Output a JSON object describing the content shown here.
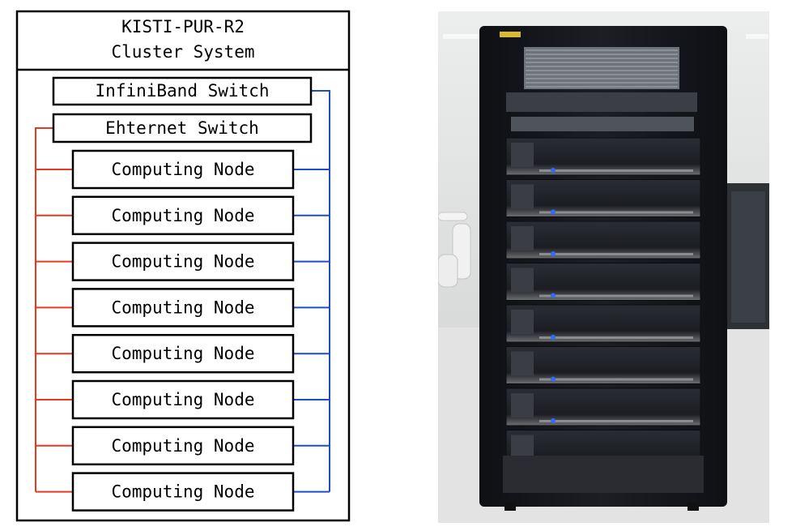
{
  "diagram": {
    "title_line1": "KISTI-PUR-R2",
    "title_line2": "Cluster System",
    "infiniband_label": "InfiniBand Switch",
    "ethernet_label": "Ehternet Switch",
    "node_label": "Computing Node",
    "node_count": 8,
    "colors": {
      "ethernet_link": "#e8391d",
      "infiniband_link": "#1f4ccf",
      "border": "#000000"
    }
  },
  "photo": {
    "subject": "server-rack-with-eight-computing-nodes",
    "rack_units": 8,
    "colors": {
      "room_wall": "#dcdcdc",
      "rack_body": "#15171c",
      "power_led": "#2f6bff"
    }
  }
}
